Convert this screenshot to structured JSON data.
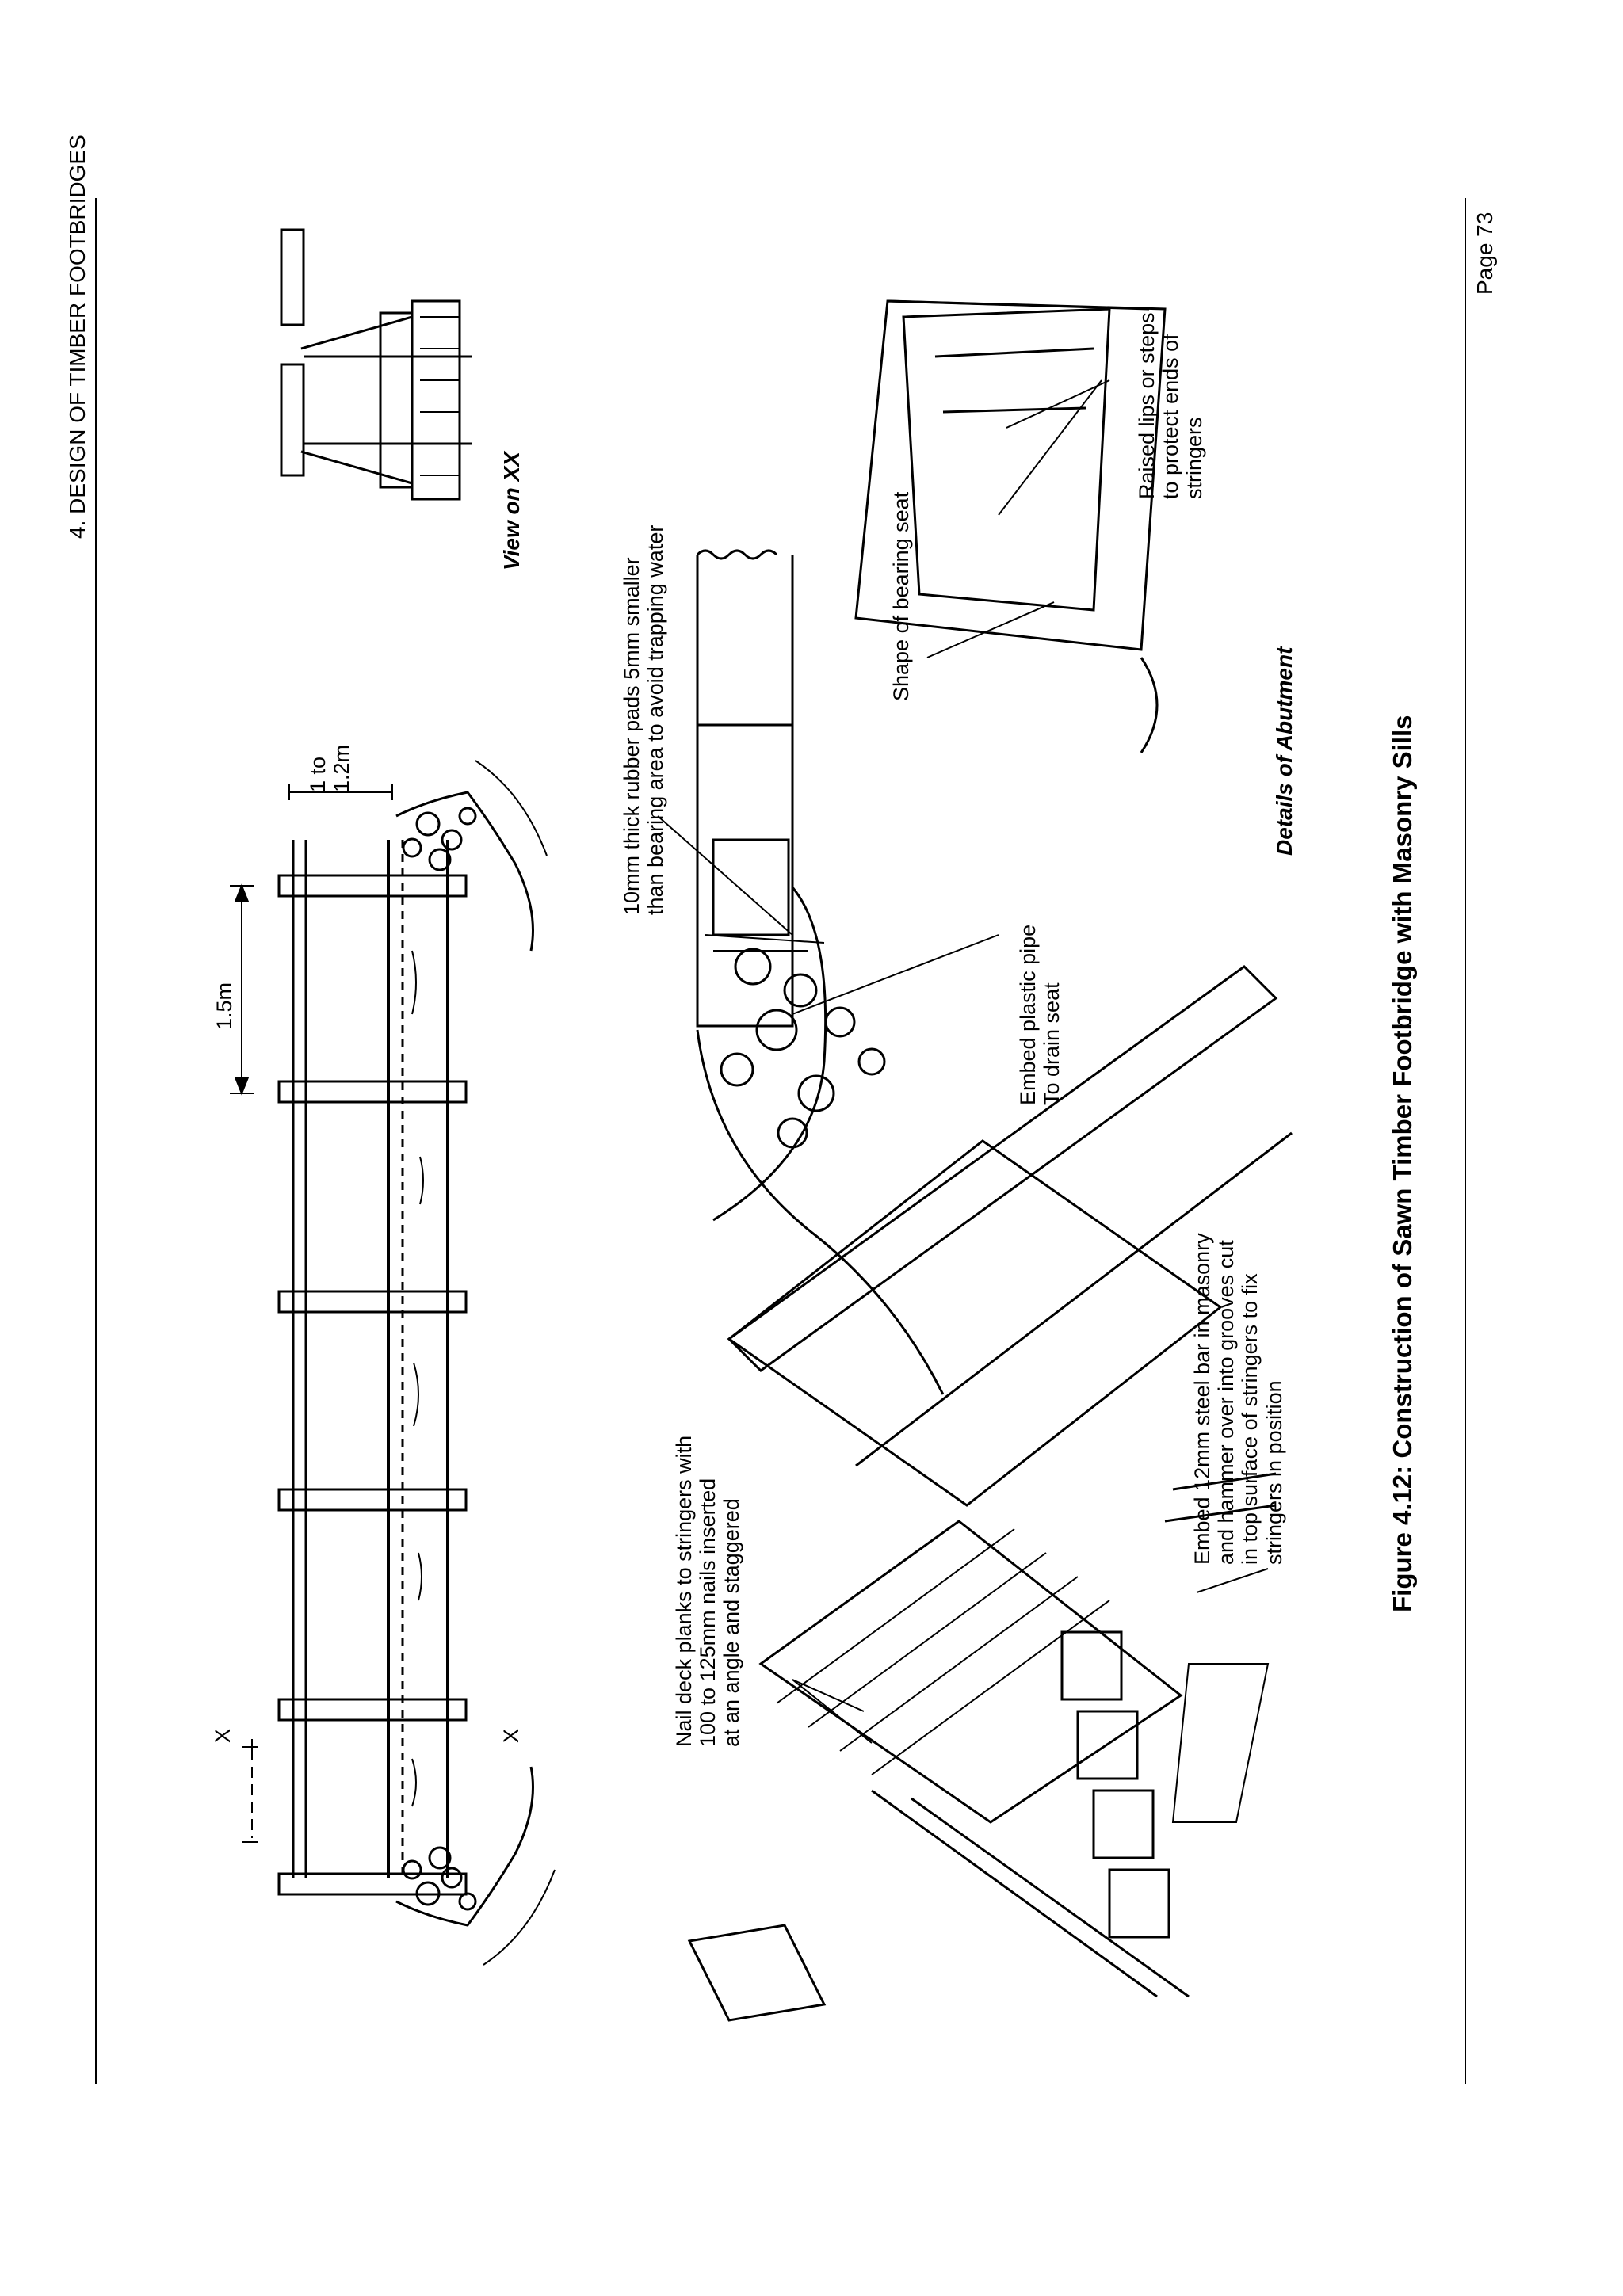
{
  "header": {
    "section_title": "4.  DESIGN OF TIMBER FOOTBRIDGES"
  },
  "footer": {
    "page_number": "Page 73"
  },
  "figure": {
    "caption": "Figure 4.12:    Construction of Sawn Timber Footbridge with Masonry Sills",
    "views": {
      "view_xx": "View on XX",
      "details_abutment": "Details of Abutment"
    },
    "dimensions": {
      "spacing": "1.5m",
      "height_line1": "1 to",
      "height_line2": "1.2m",
      "section_mark": "X"
    },
    "callouts": {
      "rubber_pads": [
        "10mm thick rubber pads 5mm smaller",
        "than bearing area to avoid trapping water"
      ],
      "plastic_pipe": [
        "Embed plastic pipe",
        "To drain seat"
      ],
      "bearing_seat": "Shape of bearing seat",
      "raised_lips": [
        "Raised lips or steps",
        "to protect ends of",
        "stringers"
      ],
      "nail_planks": [
        "Nail deck planks to stringers with",
        "100 to 125mm nails inserted",
        "at an angle and staggered"
      ],
      "steel_bar": [
        "Embed 12mm steel bar in masonry",
        "and hammer over into grooves cut",
        "in top surface of stringers to fix",
        "stringers in position"
      ]
    }
  }
}
